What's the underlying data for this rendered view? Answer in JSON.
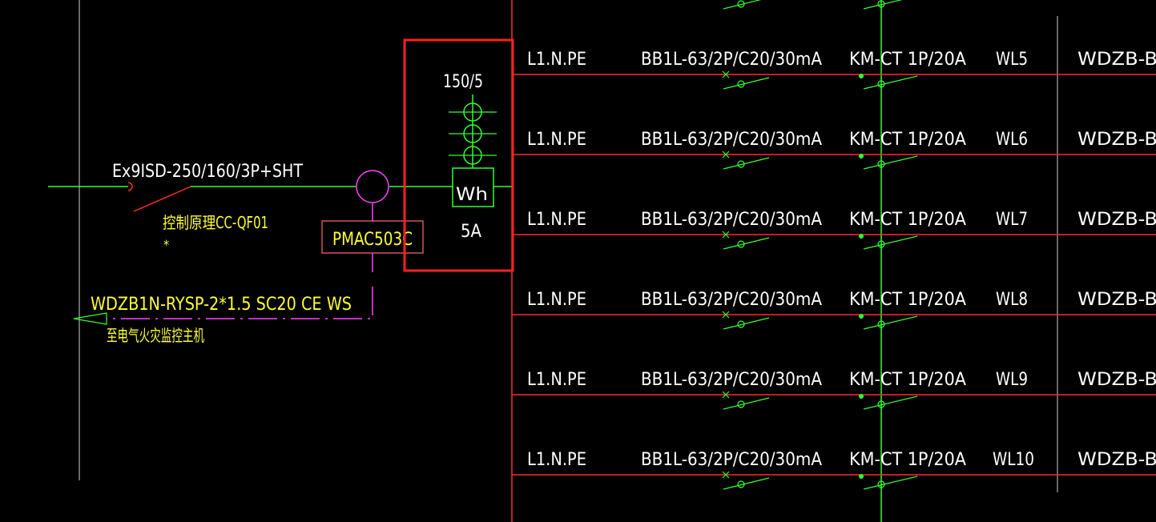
{
  "colors": {
    "background": "#000000",
    "bus": "#ff2a2a",
    "green": "#33ff33",
    "yellow": "#ffff33",
    "white": "#ffffff",
    "magenta": "#ff44ff",
    "highlight": "#ff2020",
    "grid": "#cfcfcf"
  },
  "incoming": {
    "breaker_label": "Ex9ISD-250/160/3P+SHT",
    "control_label": "控制原理CC-QF01",
    "control_mark": "*",
    "monitor_device": "PMAC503C",
    "cable_label": "WDZB1N-RYSP-2*1.5  SC20  CE  WS",
    "cable_destination": "至电气火灾监控主机"
  },
  "meter": {
    "ct_ratio": "150/5",
    "meter_symbol": "Wh",
    "current_rating": "5A"
  },
  "circuits": [
    {
      "phase": "L1.N.PE",
      "breaker": "BB1L-63/2P/C20/30mA",
      "contactor": "KM-CT 1P/20A",
      "circuit": "WL5",
      "cable": "WDZB-B"
    },
    {
      "phase": "L1.N.PE",
      "breaker": "BB1L-63/2P/C20/30mA",
      "contactor": "KM-CT 1P/20A",
      "circuit": "WL6",
      "cable": "WDZB-B"
    },
    {
      "phase": "L1.N.PE",
      "breaker": "BB1L-63/2P/C20/30mA",
      "contactor": "KM-CT 1P/20A",
      "circuit": "WL7",
      "cable": "WDZB-B"
    },
    {
      "phase": "L1.N.PE",
      "breaker": "BB1L-63/2P/C20/30mA",
      "contactor": "KM-CT 1P/20A",
      "circuit": "WL8",
      "cable": "WDZB-B"
    },
    {
      "phase": "L1.N.PE",
      "breaker": "BB1L-63/2P/C20/30mA",
      "contactor": "KM-CT 1P/20A",
      "circuit": "WL9",
      "cable": "WDZB-B"
    },
    {
      "phase": "L1.N.PE",
      "breaker": "BB1L-63/2P/C20/30mA",
      "contactor": "KM-CT 1P/20A",
      "circuit": "WL10",
      "cable": "WDZB-B"
    }
  ]
}
